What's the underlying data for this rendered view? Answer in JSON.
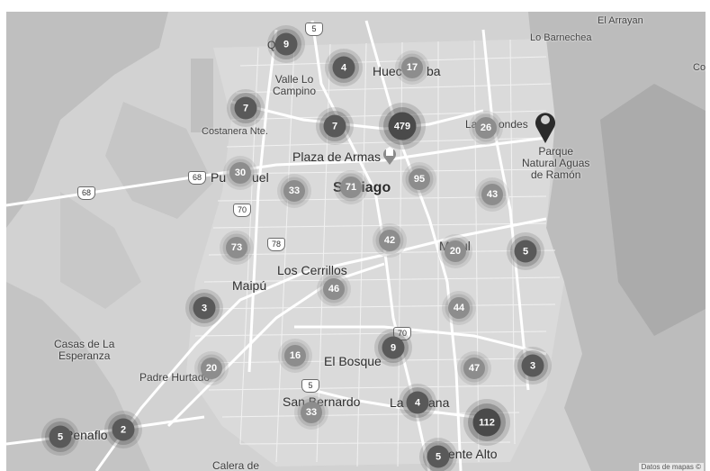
{
  "map": {
    "places": [
      {
        "id": "el-arrayan",
        "name": "El Arrayan",
        "cls": "small"
      },
      {
        "id": "lo-barnechea",
        "name": "Lo Barnechea",
        "cls": "small"
      },
      {
        "id": "co",
        "name": "Co",
        "cls": "small"
      },
      {
        "id": "quilicura",
        "name": "Qu",
        "cls": ""
      },
      {
        "id": "valle-lo-campino",
        "name": "Valle Lo\nCampino",
        "cls": ""
      },
      {
        "id": "huechuraba",
        "name": "Huec",
        "cls": "mid"
      },
      {
        "id": "huechuraba-2",
        "name": "ba",
        "cls": "mid"
      },
      {
        "id": "costanera",
        "name": "Costanera Nte.",
        "cls": "small"
      },
      {
        "id": "las-condes-1",
        "name": "La",
        "cls": ""
      },
      {
        "id": "las-condes-2",
        "name": "ondes",
        "cls": ""
      },
      {
        "id": "parque",
        "name": "Parque\nNatural Aguas\nde Ramón",
        "cls": ""
      },
      {
        "id": "plaza-de-armas",
        "name": "Plaza de Armas",
        "cls": "mid"
      },
      {
        "id": "pudahuel",
        "name": "Pu",
        "cls": "mid"
      },
      {
        "id": "pudahuel-2",
        "name": "uel",
        "cls": "mid"
      },
      {
        "id": "santiago-1",
        "name": "S",
        "cls": "big"
      },
      {
        "id": "santiago-2",
        "name": "tiago",
        "cls": "big"
      },
      {
        "id": "macul",
        "name": "M",
        "cls": "mid"
      },
      {
        "id": "macul-2",
        "name": "ul",
        "cls": "mid"
      },
      {
        "id": "los-cerrillos",
        "name": "Los Cerrillos",
        "cls": "mid"
      },
      {
        "id": "maipu",
        "name": "Maipú",
        "cls": "mid"
      },
      {
        "id": "casas-de-la-esperanza",
        "name": "Casas de La\nEsperanza",
        "cls": ""
      },
      {
        "id": "padre-hurtado",
        "name": "Padre Hurtado",
        "cls": ""
      },
      {
        "id": "el-bosque",
        "name": "El Bosque",
        "cls": "mid"
      },
      {
        "id": "san-bernardo",
        "name": "San Bernardo",
        "cls": "mid"
      },
      {
        "id": "la-pintana-1",
        "name": "La",
        "cls": "mid"
      },
      {
        "id": "la-pintana-2",
        "name": "ana",
        "cls": "mid"
      },
      {
        "id": "penaflor",
        "name": "Penaflo",
        "cls": "mid"
      },
      {
        "id": "puente-alto",
        "name": "ente Alto",
        "cls": "mid"
      },
      {
        "id": "calera",
        "name": "Calera de",
        "cls": ""
      }
    ],
    "route_shields": [
      "5",
      "68",
      "68",
      "70",
      "78",
      "70",
      "5"
    ],
    "clusters": [
      {
        "count": "9",
        "style": "dark"
      },
      {
        "count": "4",
        "style": "dark"
      },
      {
        "count": "17",
        "style": "light"
      },
      {
        "count": "7",
        "style": "dark"
      },
      {
        "count": "7",
        "style": "dark"
      },
      {
        "count": "479",
        "style": "huge"
      },
      {
        "count": "26",
        "style": "light"
      },
      {
        "count": "30",
        "style": "light"
      },
      {
        "count": "33",
        "style": "light"
      },
      {
        "count": "71",
        "style": "light"
      },
      {
        "count": "95",
        "style": "light"
      },
      {
        "count": "43",
        "style": "light"
      },
      {
        "count": "73",
        "style": "light"
      },
      {
        "count": "42",
        "style": "light"
      },
      {
        "count": "20",
        "style": "light"
      },
      {
        "count": "5",
        "style": "dark"
      },
      {
        "count": "46",
        "style": "light"
      },
      {
        "count": "3",
        "style": "dark"
      },
      {
        "count": "44",
        "style": "light"
      },
      {
        "count": "16",
        "style": "light"
      },
      {
        "count": "9",
        "style": "dark"
      },
      {
        "count": "20",
        "style": "light"
      },
      {
        "count": "47",
        "style": "light"
      },
      {
        "count": "3",
        "style": "dark"
      },
      {
        "count": "33",
        "style": "light"
      },
      {
        "count": "4",
        "style": "dark"
      },
      {
        "count": "112",
        "style": "huge"
      },
      {
        "count": "5",
        "style": "dark"
      },
      {
        "count": "2",
        "style": "dark"
      },
      {
        "count": "5",
        "style": "dark"
      }
    ],
    "attribution": "Datos de mapas ©",
    "colors": {
      "land": "#d2d2d2",
      "road": "#ffffff",
      "mountain": "#b8b8b8",
      "cluster_dark": "#595959",
      "cluster_light": "#8d8d8d"
    },
    "icons": [
      "location-pin-icon",
      "museum-icon"
    ]
  }
}
